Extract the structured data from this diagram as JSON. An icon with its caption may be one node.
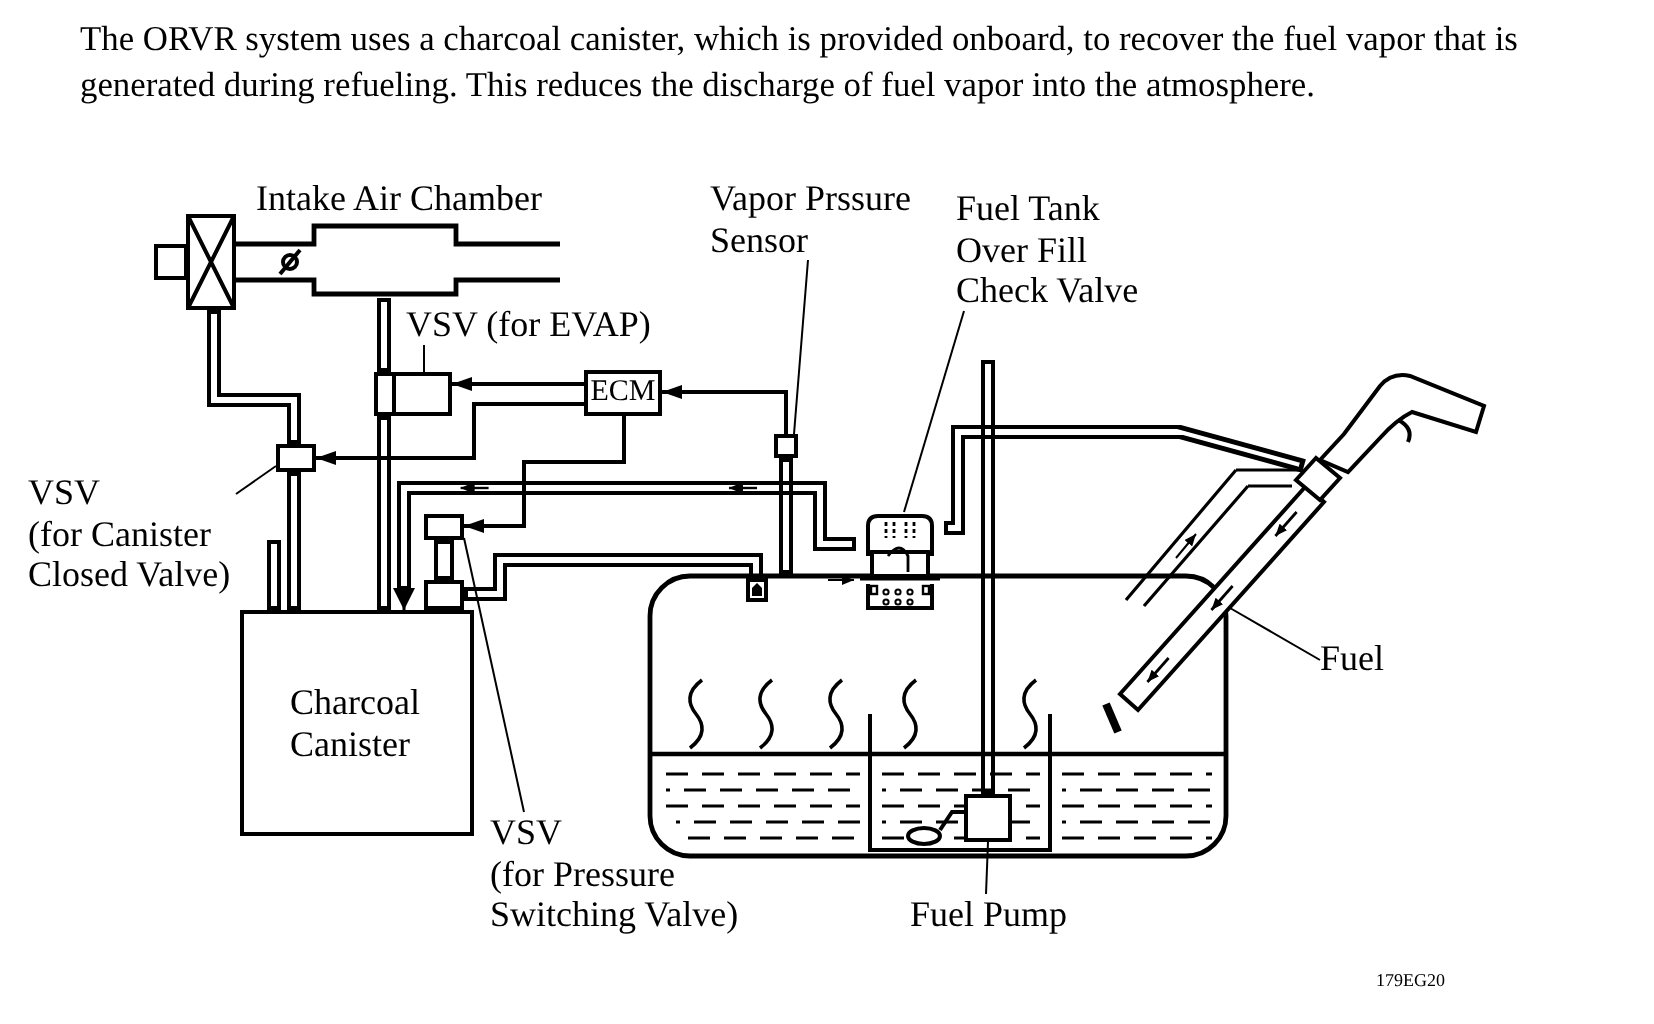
{
  "diagram": {
    "caption": "The ORVR system uses a charcoal canister, which is provided onboard, to recover the fuel vapor that is generated during refueling. This reduces the discharge of fuel vapor into the atmosphere.",
    "nodes": [
      {
        "text": [
          "VSV (for EVAP)"
        ]
      },
      {
        "text": [],
        "shape": "box"
      },
      {
        "text": [
          "ECM"
        ]
      },
      {
        "text": [
          "Vapor Prssure Sensor"
        ]
      },
      {
        "text": [],
        "shape": "box"
      },
      {
        "text": [
          "Fuel Tank Over Fill Check Valve"
        ]
      },
      {
        "text": [],
        "shape": "picture"
      },
      {
        "text": [
          "VSV (for Canister Closed Valve)"
        ]
      },
      {
        "text": [],
        "shape": "box"
      },
      {
        "text": [
          "Charcoal Canister"
        ]
      },
      {
        "text": [
          "VSV (for Pressure Switching Valve)"
        ]
      },
      {
        "text": [],
        "shape": "box"
      },
      {
        "text": [
          "Fuel"
        ]
      },
      {
        "text": [
          "Fuel Pump"
        ]
      },
      {
        "text": [],
        "shape": "box"
      },
      {
        "text": [
          "Intake Air Chamber"
        ]
      },
      {
        "text": [],
        "shape": "box"
      },
      {
        "text": [],
        "shape": "box"
      },
      {
        "text": [],
        "shape": "box"
      }
    ],
    "edges": [
      {
        "from": 0,
        "to": 1,
        "arrow": "none"
      },
      {
        "from": 2,
        "to": 1,
        "arrow": "to"
      },
      {
        "from": 3,
        "to": 4,
        "arrow": "none"
      },
      {
        "from": 4,
        "to": 2,
        "arrow": "to"
      },
      {
        "from": 5,
        "to": 6,
        "arrow": "none"
      },
      {
        "from": 7,
        "to": 8,
        "arrow": "none"
      },
      {
        "from": 2,
        "to": 8,
        "arrow": "to"
      },
      {
        "from": 2,
        "to": 11,
        "arrow": "to"
      },
      {
        "from": 10,
        "to": 11,
        "arrow": "none"
      },
      {
        "from": 12,
        "to": null,
        "arrow": "none"
      },
      {
        "from": 13,
        "to": 14,
        "arrow": "none"
      },
      {
        "from": 15,
        "to": 1,
        "arrow": "none",
        "style": "thick"
      },
      {
        "from": 1,
        "to": 9,
        "arrow": "none",
        "style": "thick"
      },
      {
        "from": 16,
        "to": 8,
        "arrow": "none",
        "style": "thick"
      },
      {
        "from": 8,
        "to": 9,
        "arrow": "none",
        "style": "thick"
      },
      {
        "from": 6,
        "to": 9,
        "arrow": "to",
        "style": "thick"
      },
      {
        "from": 11,
        "to": 17,
        "arrow": "none",
        "style": "thick"
      },
      {
        "from": 18,
        "to": 17,
        "arrow": "none",
        "style": "thick"
      },
      {
        "from": 14,
        "to": null,
        "arrow": "none",
        "style": "thick"
      },
      {
        "from": 9,
        "to": null,
        "arrow": "none",
        "style": "thick"
      }
    ],
    "labels": [
      "179EG20"
    ]
  }
}
